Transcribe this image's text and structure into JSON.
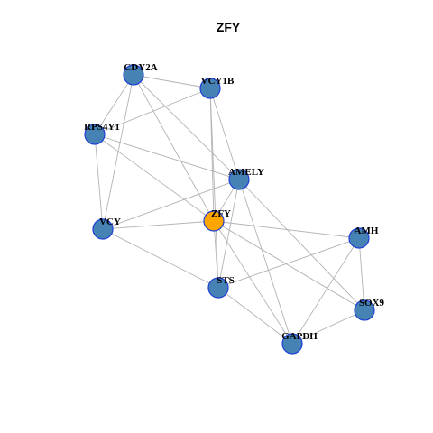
{
  "graph": {
    "title": "ZFY",
    "colors": {
      "node_fill": "#4682B4",
      "node_border": "#1F3FD6",
      "center_fill": "#FFA500",
      "edge": "#B3B3B3"
    },
    "nodes": [
      {
        "id": "CDY2A",
        "label": "CDY2A",
        "center": false
      },
      {
        "id": "VCY1B",
        "label": "VCY1B",
        "center": false
      },
      {
        "id": "RPS4Y1",
        "label": "RPS4Y1",
        "center": false
      },
      {
        "id": "AMELY",
        "label": "AMELY",
        "center": false
      },
      {
        "id": "ZFY",
        "label": "ZFY",
        "center": true
      },
      {
        "id": "VCY",
        "label": "VCY",
        "center": false
      },
      {
        "id": "AMH",
        "label": "AMH",
        "center": false
      },
      {
        "id": "STS",
        "label": "STS",
        "center": false
      },
      {
        "id": "SOX9",
        "label": "SOX9",
        "center": false
      },
      {
        "id": "GAPDH",
        "label": "GAPDH",
        "center": false
      }
    ],
    "edges": [
      [
        "CDY2A",
        "VCY1B"
      ],
      [
        "CDY2A",
        "RPS4Y1"
      ],
      [
        "CDY2A",
        "VCY"
      ],
      [
        "CDY2A",
        "ZFY"
      ],
      [
        "CDY2A",
        "AMELY"
      ],
      [
        "VCY1B",
        "RPS4Y1"
      ],
      [
        "VCY1B",
        "AMELY"
      ],
      [
        "VCY1B",
        "ZFY"
      ],
      [
        "VCY1B",
        "STS"
      ],
      [
        "RPS4Y1",
        "VCY"
      ],
      [
        "RPS4Y1",
        "AMELY"
      ],
      [
        "RPS4Y1",
        "ZFY"
      ],
      [
        "AMELY",
        "VCY"
      ],
      [
        "AMELY",
        "ZFY"
      ],
      [
        "AMELY",
        "STS"
      ],
      [
        "AMELY",
        "GAPDH"
      ],
      [
        "AMELY",
        "SOX9"
      ],
      [
        "ZFY",
        "VCY"
      ],
      [
        "ZFY",
        "AMH"
      ],
      [
        "ZFY",
        "STS"
      ],
      [
        "ZFY",
        "SOX9"
      ],
      [
        "ZFY",
        "GAPDH"
      ],
      [
        "VCY",
        "STS"
      ],
      [
        "AMH",
        "STS"
      ],
      [
        "AMH",
        "SOX9"
      ],
      [
        "AMH",
        "GAPDH"
      ],
      [
        "STS",
        "GAPDH"
      ],
      [
        "SOX9",
        "GAPDH"
      ]
    ]
  }
}
